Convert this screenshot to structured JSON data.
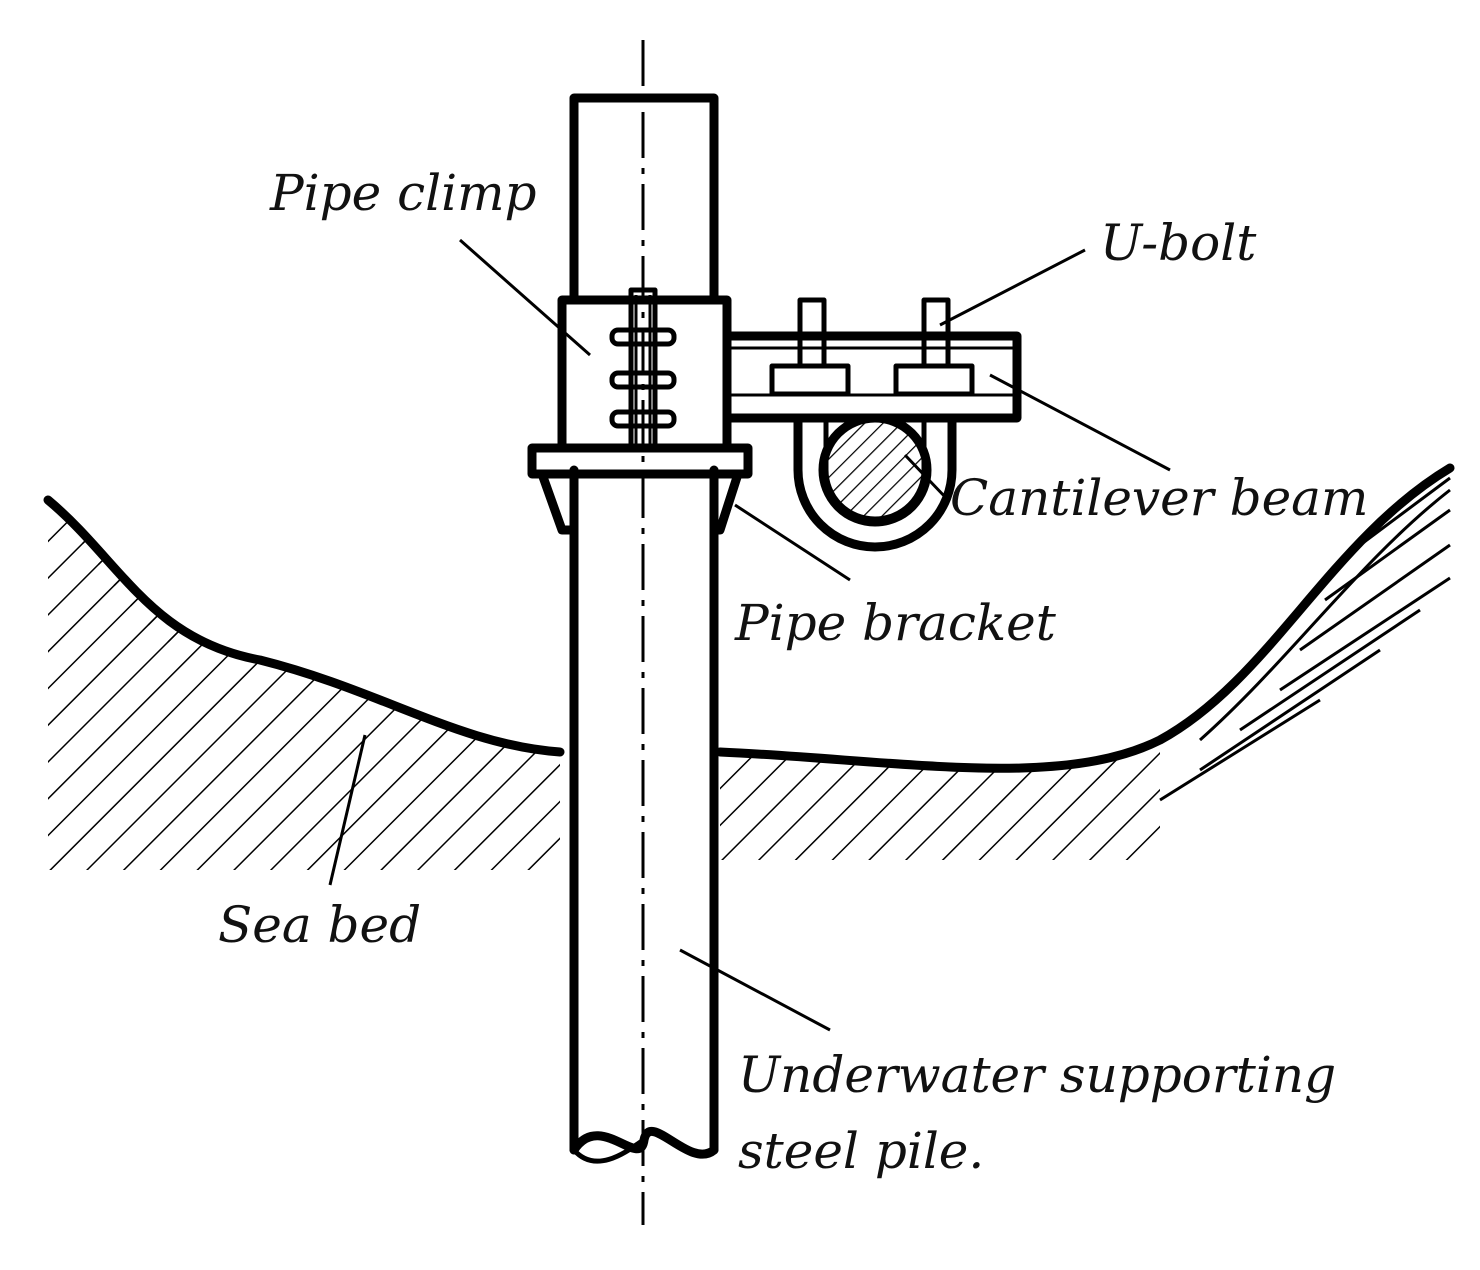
{
  "labels": {
    "pipe_climp": "Pipe climp",
    "u_bolt": "U-bolt",
    "cantilever_beam": "Cantilever beam",
    "pipe_bracket": "Pipe bracket",
    "sea_bed": "Sea bed",
    "pile_line1": "Underwater supporting",
    "pile_line2": "steel pile."
  },
  "colors": {
    "line": "#000000",
    "background": "#ffffff"
  }
}
